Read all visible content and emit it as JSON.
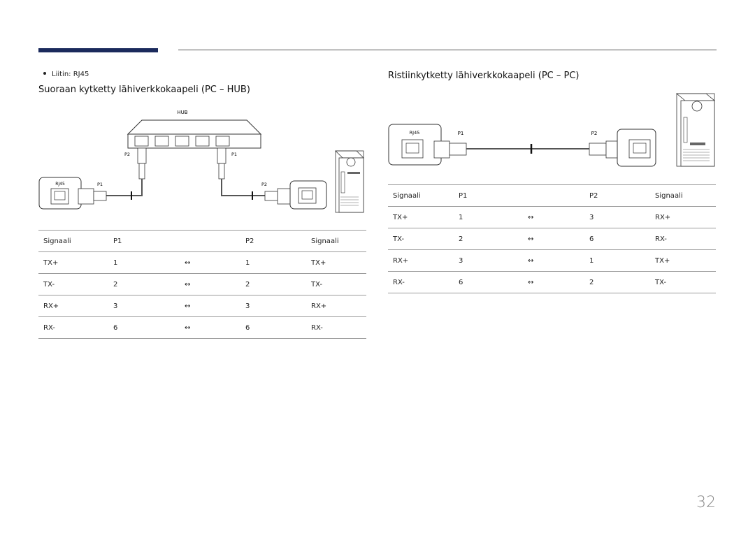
{
  "bullet": "Liitin: RJ45",
  "left": {
    "heading": "Suoraan kytketty lähiverkkokaapeli (PC – HUB)",
    "diagram": {
      "hub": "HUB",
      "rj45": "RJ45",
      "hub_p2": "P2",
      "hub_p1": "P1",
      "left_p1": "P1",
      "right_p2": "P2"
    },
    "header": [
      "Signaali",
      "P1",
      "",
      "P2",
      "Signaali"
    ],
    "rows": [
      [
        "TX+",
        "1",
        "↔",
        "1",
        "TX+"
      ],
      [
        "TX-",
        "2",
        "↔",
        "2",
        "TX-"
      ],
      [
        "RX+",
        "3",
        "↔",
        "3",
        "RX+"
      ],
      [
        "RX-",
        "6",
        "↔",
        "6",
        "RX-"
      ]
    ]
  },
  "right": {
    "heading": "Ristiinkytketty lähiverkkokaapeli (PC – PC)",
    "diagram": {
      "rj45": "RJ45",
      "p1": "P1",
      "p2": "P2"
    },
    "header": [
      "Signaali",
      "P1",
      "",
      "P2",
      "Signaali"
    ],
    "rows": [
      [
        "TX+",
        "1",
        "↔",
        "3",
        "RX+"
      ],
      [
        "TX-",
        "2",
        "↔",
        "6",
        "RX-"
      ],
      [
        "RX+",
        "3",
        "↔",
        "1",
        "TX+"
      ],
      [
        "RX-",
        "6",
        "↔",
        "2",
        "TX-"
      ]
    ]
  },
  "page_number": "32",
  "colors": {
    "accent_bar": "#1b2a5c"
  }
}
